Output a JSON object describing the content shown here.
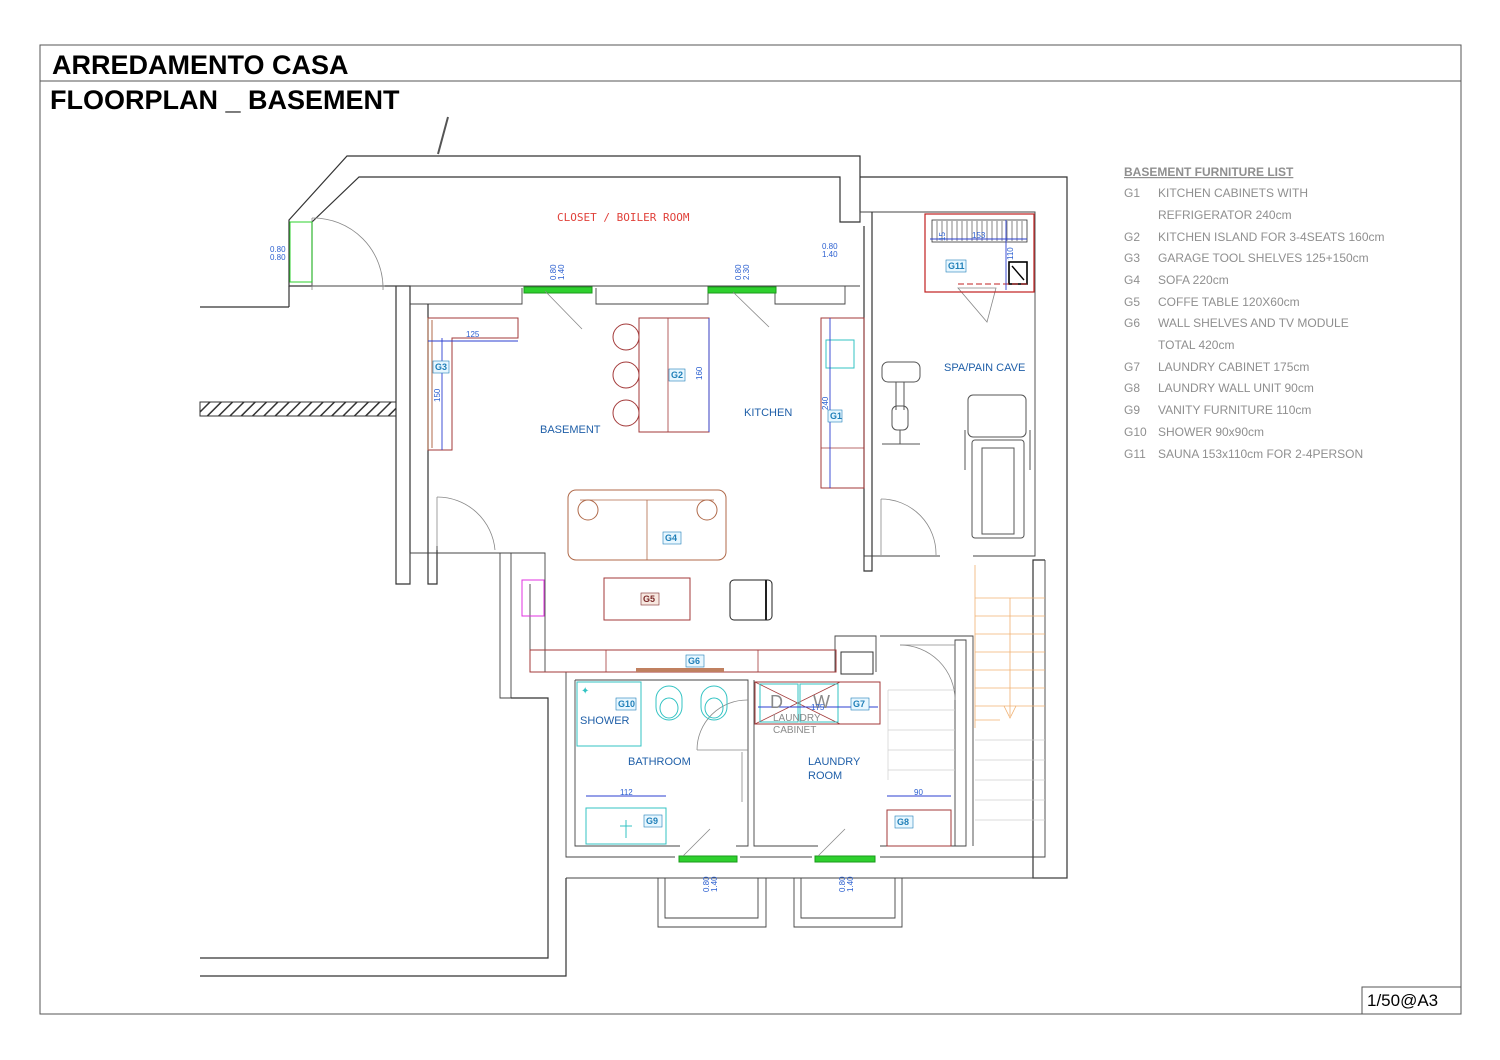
{
  "header": {
    "title": "ARREDAMENTO CASA",
    "subtitle": "FLOORPLAN _ BASEMENT",
    "scale": "1/50@A3"
  },
  "rooms": {
    "closet": "CLOSET / BOILER ROOM",
    "basement": "BASEMENT",
    "kitchen": "KITCHEN",
    "spa": "SPA/PAIN CAVE",
    "shower": "SHOWER",
    "bathroom": "BATHROOM",
    "laundry_l1": "LAUNDRY",
    "laundry_l2": "ROOM",
    "laundry_cabinet_l1": "LAUNDRY",
    "laundry_cabinet_l2": "CABINET"
  },
  "appliance_labels": {
    "dryer": "D",
    "washer": "W"
  },
  "tags": [
    "G1",
    "G2",
    "G3",
    "G4",
    "G5",
    "G6",
    "G7",
    "G8",
    "G9",
    "G10",
    "G11"
  ],
  "dimensions": {
    "d125": "125",
    "d150": "150",
    "d160": "160",
    "d240": "240",
    "d153": "153",
    "d110": "110",
    "d15": "15",
    "d175": "175",
    "d112": "112",
    "d90": "90",
    "win_a_1": "0.80",
    "win_a_2": "0.80",
    "win_b_1": "0.80",
    "win_b_2": "1.40",
    "win_c_1": "0.80",
    "win_c_2": "2.30",
    "win_d_1": "0.80",
    "win_d_2": "1.40",
    "win_e_1": "0.80",
    "win_e_2": "1.40",
    "win_f_1": "0.80",
    "win_f_2": "1.40"
  },
  "furniture_list": {
    "heading": "BASEMENT FURNITURE LIST",
    "items": [
      {
        "code": "G1",
        "text": "KITCHEN CABINETS WITH"
      },
      {
        "code": "",
        "text": "REFRIGERATOR 240cm"
      },
      {
        "code": "G2",
        "text": "KITCHEN ISLAND FOR 3-4SEATS 160cm"
      },
      {
        "code": "G3",
        "text": "GARAGE TOOL SHELVES 125+150cm"
      },
      {
        "code": "G4",
        "text": "SOFA 220cm"
      },
      {
        "code": "G5",
        "text": "COFFE TABLE 120X60cm"
      },
      {
        "code": "G6",
        "text": "WALL SHELVES AND TV MODULE"
      },
      {
        "code": "",
        "text": "TOTAL 420cm"
      },
      {
        "code": "G7",
        "text": "LAUNDRY CABINET 175cm"
      },
      {
        "code": "G8",
        "text": "LAUNDRY WALL UNIT 90cm"
      },
      {
        "code": "G9",
        "text": "VANITY FURNITURE 110cm"
      },
      {
        "code": "G10",
        "text": "SHOWER 90x90cm"
      },
      {
        "code": "G11",
        "text": "SAUNA 153x110cm FOR 2-4PERSON"
      }
    ]
  }
}
